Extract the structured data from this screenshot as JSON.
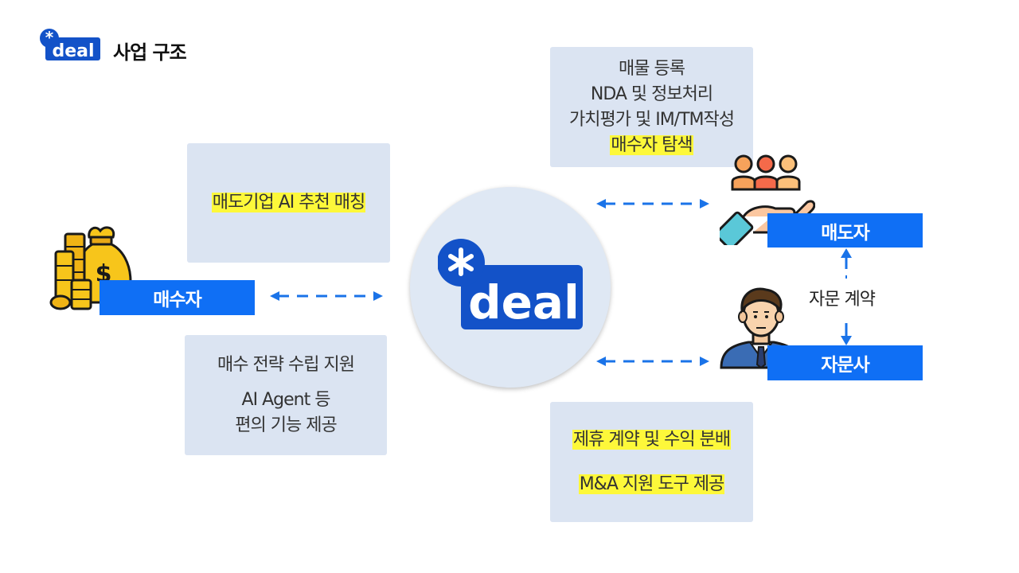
{
  "header": {
    "logo_text": "deal",
    "title": "사업 구조"
  },
  "center_logo_text": "deal",
  "buyer": {
    "label": "매수자",
    "icon": "money-bag-coins-icon",
    "box_top": {
      "line1": "매도기업 AI 추천 매칭"
    },
    "box_bottom": {
      "line1": "매수 전략 수립 지원",
      "line2": "AI Agent 등",
      "line3": "편의 기능 제공"
    }
  },
  "seller": {
    "label": "매도자",
    "icon": "hand-holding-people-icon",
    "box": {
      "line1": "매물 등록",
      "line2": "NDA 및 정보처리",
      "line3": "가치평가 및 IM/TM작성",
      "line4": "매수자 탐색"
    }
  },
  "advisor": {
    "label": "자문사",
    "icon": "businessman-icon",
    "box": {
      "line1": "제휴 계약 및 수익 분배",
      "line2": "M&A 지원 도구 제공"
    }
  },
  "consult_contract": "자문 계약",
  "colors": {
    "role_blue": "#0f6ff5",
    "box_bg": "#dbe4f2",
    "highlight": "#fdf83a",
    "logo_blue": "#1352c8",
    "arrow_blue": "#1a73e8"
  }
}
